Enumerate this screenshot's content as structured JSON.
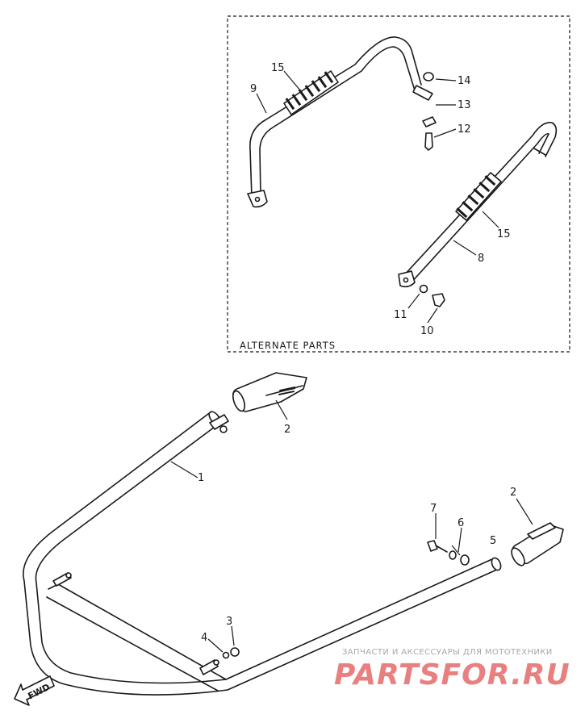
{
  "alternate_parts_label": "ALTERNATE PARTS",
  "callouts": {
    "c1": "1",
    "c2a": "2",
    "c2b": "2",
    "c3": "3",
    "c4": "4",
    "c5": "5",
    "c6": "6",
    "c7": "7",
    "c8": "8",
    "c9": "9",
    "c10": "10",
    "c11": "11",
    "c12": "12",
    "c13": "13",
    "c14": "14",
    "c15a": "15",
    "c15b": "15"
  },
  "direction_label": "FWD",
  "watermark": {
    "tagline": "ЗАПЧАСТИ И АКСЕССУАРЫ ДЛЯ МОТОТЕХНИКИ",
    "brand": "PARTSFOR.RU"
  }
}
